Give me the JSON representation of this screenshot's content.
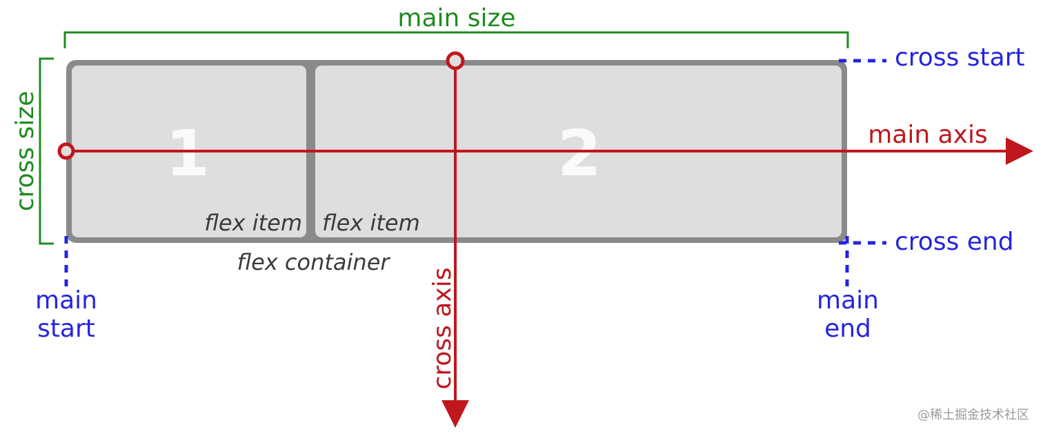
{
  "labels": {
    "main_size": "main size",
    "cross_size": "cross size",
    "cross_start": "cross start",
    "cross_end": "cross end",
    "main_axis": "main axis",
    "cross_axis": "cross axis",
    "main_start_line1": "main",
    "main_start_line2": "start",
    "main_end_line1": "main",
    "main_end_line2": "end",
    "flex_container": "flex container",
    "item1_caption": "flex item",
    "item2_caption": "flex item",
    "item1_number": "1",
    "item2_number": "2"
  },
  "watermark": "@稀土掘金技术社区",
  "colors": {
    "size_lines": "#1f8a1f",
    "axis_lines": "#c0161d",
    "edge_labels": "#2424e0",
    "container_border": "#8a8a8a",
    "item_fill": "#dedede",
    "caption_text": "#3a3a3a",
    "watermark": "#9a9a9a"
  }
}
